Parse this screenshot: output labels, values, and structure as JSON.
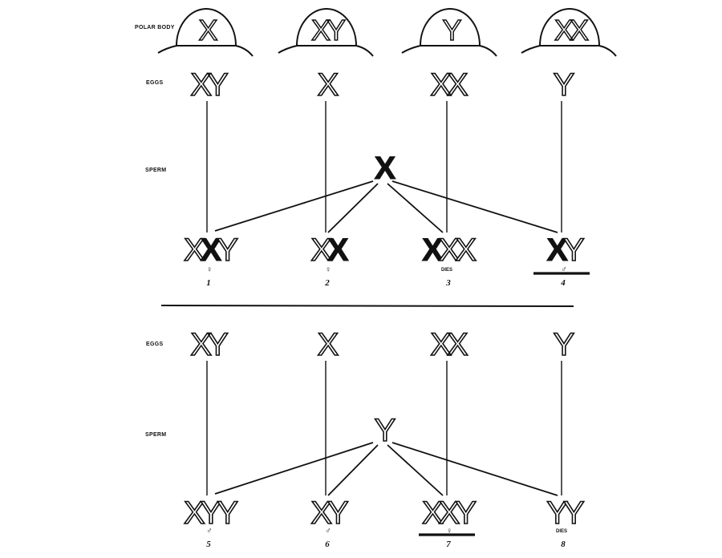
{
  "labels": {
    "polar_body": "POLAR BODY",
    "eggs": "EGGS",
    "sperm": "SPERM"
  },
  "polar_bodies": [
    {
      "text": "X"
    },
    {
      "text": "XY"
    },
    {
      "text": "Y"
    },
    {
      "text": "XX"
    }
  ],
  "panels": [
    {
      "id": "top",
      "eggs": [
        "XY",
        "X",
        "XX",
        "Y"
      ],
      "sperm": {
        "text": "X",
        "filled": true
      },
      "offspring": [
        {
          "number": "1",
          "chromosomes": [
            {
              "c": "X",
              "filled": false
            },
            {
              "c": "X",
              "filled": true
            },
            {
              "c": "Y",
              "filled": false
            }
          ],
          "sex": "♀",
          "note": "",
          "underlined": false
        },
        {
          "number": "2",
          "chromosomes": [
            {
              "c": "X",
              "filled": false
            },
            {
              "c": "X",
              "filled": true
            }
          ],
          "sex": "♀",
          "note": "",
          "underlined": false
        },
        {
          "number": "3",
          "chromosomes": [
            {
              "c": "X",
              "filled": true
            },
            {
              "c": "X",
              "filled": false
            },
            {
              "c": "X",
              "filled": false
            }
          ],
          "sex": "",
          "note": "DIES",
          "underlined": false
        },
        {
          "number": "4",
          "chromosomes": [
            {
              "c": "X",
              "filled": true
            },
            {
              "c": "Y",
              "filled": false
            }
          ],
          "sex": "♂",
          "note": "",
          "underlined": true
        }
      ]
    },
    {
      "id": "bottom",
      "eggs": [
        "XY",
        "X",
        "XX",
        "Y"
      ],
      "sperm": {
        "text": "Y",
        "filled": false
      },
      "offspring": [
        {
          "number": "5",
          "chromosomes": [
            {
              "c": "X",
              "filled": false
            },
            {
              "c": "Y",
              "filled": false
            },
            {
              "c": "Y",
              "filled": false
            }
          ],
          "sex": "♂",
          "note": "",
          "underlined": false
        },
        {
          "number": "6",
          "chromosomes": [
            {
              "c": "X",
              "filled": false
            },
            {
              "c": "Y",
              "filled": false
            }
          ],
          "sex": "♂",
          "note": "",
          "underlined": false
        },
        {
          "number": "7",
          "chromosomes": [
            {
              "c": "X",
              "filled": false
            },
            {
              "c": "X",
              "filled": false
            },
            {
              "c": "Y",
              "filled": false
            }
          ],
          "sex": "♀",
          "note": "",
          "underlined": true
        },
        {
          "number": "8",
          "chromosomes": [
            {
              "c": "Y",
              "filled": false
            },
            {
              "c": "Y",
              "filled": false
            }
          ],
          "sex": "",
          "note": "DIES",
          "underlined": false
        }
      ]
    }
  ]
}
